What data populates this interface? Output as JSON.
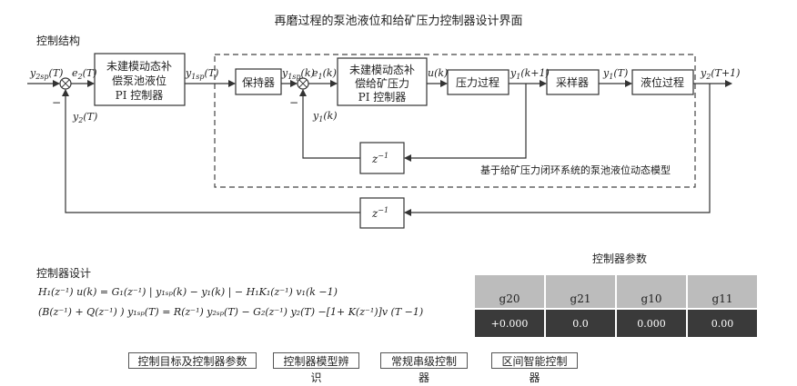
{
  "page_title": "再磨过程的泵池液位和给矿压力控制器设计界面",
  "structure_label": "控制结构",
  "design_label": "控制器设计",
  "params_label": "控制器参数",
  "diagram": {
    "block_outer_controller": [
      "未建模动态补",
      "偿泵池液位",
      "PI 控制器"
    ],
    "block_holder": "保持器",
    "block_inner_controller": [
      "未建模动态补",
      "偿给矿压力",
      "PI 控制器"
    ],
    "block_pressure": "压力过程",
    "block_sampler": "采样器",
    "block_level": "液位过程",
    "block_zinv_inner": "z",
    "block_zinv_outer": "z",
    "zinv_exp": "−1",
    "dashed_label": "基于给矿压力闭环系统的泵池液位动态模型",
    "signals": {
      "y2sp": "y",
      "y2sp_sub": "2sp",
      "y2sp_tail": "(T)",
      "e2": "e",
      "e2_sub": "2",
      "e2_tail": "(T)",
      "y1sp_T": "y",
      "y1sp_T_sub": "1sp",
      "y1sp_T_tail": "(T)",
      "y1sp_k": "y",
      "y1sp_k_sub": "1sp",
      "y1sp_k_tail": "(k)",
      "e1": "e",
      "e1_sub": "1",
      "e1_tail": "(k)",
      "uk": "u(k)",
      "y1k1": "y",
      "y1k1_sub": "1",
      "y1k1_tail": "(k+1)",
      "y1T": "y",
      "y1T_sub": "1",
      "y1T_tail": "(T)",
      "y2T1": "y",
      "y2T1_sub": "2",
      "y2T1_tail": "(T+1)",
      "y1k": "y",
      "y1k_sub": "1",
      "y1k_tail": "(k)",
      "y2T": "y",
      "y2T_sub": "2",
      "y2T_tail": "(T)",
      "minus": "−"
    }
  },
  "equations": {
    "eq1": "H₁(z⁻¹) u(k) = G₁(z⁻¹) | y₁ₛₚ(k) − y₁(k) | − H₁K₁(z⁻¹) v₁(k −1)",
    "eq2": "(B(z⁻¹) + Q(z⁻¹) ) y₁ₛₚ(T) = R(z⁻¹) y₂ₛₚ(T) − G₂(z⁻¹) y₂(T) −[1+ K(z⁻¹)]v (T −1)"
  },
  "params_table": {
    "headers": [
      "g20",
      "g21",
      "g10",
      "g11"
    ],
    "values": [
      "+0.000",
      "0.0",
      "0.000",
      "0.00"
    ]
  },
  "buttons": {
    "b1": "控制目标及控制器参数",
    "b2": "控制器模型辨识",
    "b3": "常规串级控制器",
    "b4": "区间智能控制器"
  }
}
